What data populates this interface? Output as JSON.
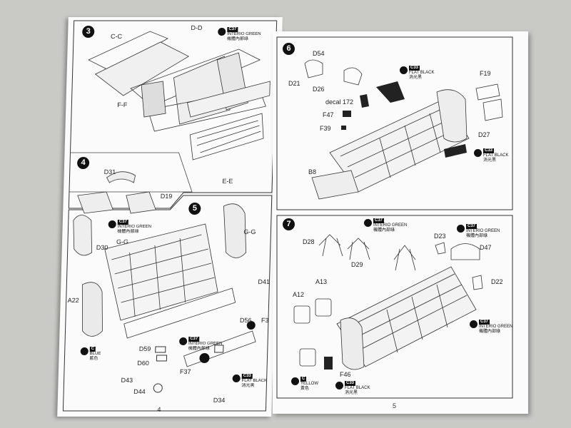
{
  "left_page": {
    "page_number": "4",
    "steps": [
      {
        "number": "3",
        "labels": [
          "C-C",
          "D-D",
          "F-F",
          "E-E"
        ]
      },
      {
        "number": "4",
        "labels": [
          "D31",
          "D19",
          "D30",
          "G-G"
        ]
      },
      {
        "number": "5",
        "labels": [
          "G-G",
          "A22",
          "D41",
          "D56",
          "F3",
          "D59",
          "D60",
          "F37",
          "D43",
          "D44",
          "D34"
        ]
      }
    ],
    "paints": [
      {
        "code": "C37",
        "name": "INTERIO GREEN",
        "native": "機體內部綠"
      },
      {
        "code": "C37",
        "name": "INTERIO GREEN",
        "native": "機體內部綠"
      },
      {
        "code": "C",
        "name": "BLUE",
        "native": "藍色"
      },
      {
        "code": "C37",
        "name": "INTERIO GREEN",
        "native": "機體內部綠"
      },
      {
        "code": "C33",
        "name": "FLAT BLACK",
        "native": "消光黑"
      }
    ]
  },
  "right_page": {
    "page_number": "5",
    "steps": [
      {
        "number": "6",
        "labels": [
          "D54",
          "D21",
          "D26",
          "decal 172",
          "F47",
          "F39",
          "F19",
          "D27",
          "B8"
        ]
      },
      {
        "number": "7",
        "labels": [
          "D28",
          "D29",
          "D23",
          "D47",
          "A13",
          "A12",
          "D22",
          "F46"
        ]
      }
    ],
    "paints": [
      {
        "code": "C33",
        "name": "FLAT BLACK",
        "native": "消光黑"
      },
      {
        "code": "C33",
        "name": "FLAT BLACK",
        "native": "消光黑"
      },
      {
        "code": "C37",
        "name": "INTERIO GREEN",
        "native": "機體內部綠"
      },
      {
        "code": "C37",
        "name": "INTERIO GREEN",
        "native": "機體內部綠"
      },
      {
        "code": "C37",
        "name": "INTERIO GREEN",
        "native": "機體內部綠"
      },
      {
        "code": "C",
        "name": "YELLOW",
        "native": "黃色"
      },
      {
        "code": "C33",
        "name": "FLAT BLACK",
        "native": "消光黑"
      }
    ]
  }
}
